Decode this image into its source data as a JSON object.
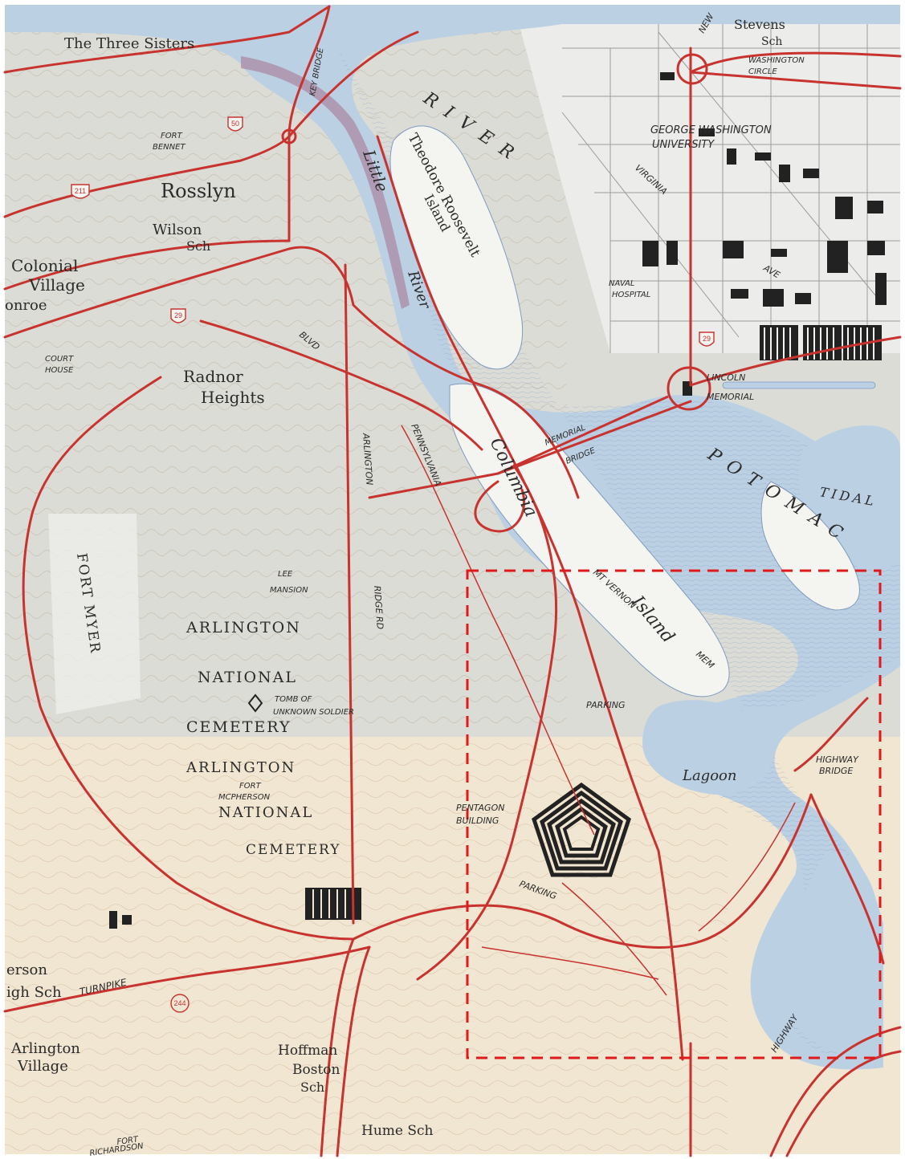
{
  "map": {
    "colors": {
      "land_gray": "#dcdcd6",
      "land_tan": "#f1e6d2",
      "water": "#bcd0e3",
      "road": "#c8332f",
      "focus_box": "#e01a1a",
      "buildings": "#222222"
    },
    "labels": {
      "three_sisters": "The Three Sisters",
      "key_bridge": "KEY BRIDGE",
      "fort_bennet": "FORT",
      "fort_bennet_2": "BENNET",
      "rosslyn": "Rosslyn",
      "wilson_sch": "Wilson",
      "wilson_sch_2": "Sch",
      "colonial_village": "Colonial",
      "colonial_village_2": "Village",
      "monroe": "onroe",
      "court_house": "COURT",
      "court_house_2": "HOUSE",
      "radnor_heights": "Radnor",
      "radnor_heights_2": "Heights",
      "little_river": "Little",
      "little_river_2": "River",
      "theodore_roosevelt_island": "Theodore Roosevelt",
      "theodore_roosevelt_island_2": "Island",
      "river": "RIVER",
      "potomac": "POTOMAC",
      "tidal": "TIDAL",
      "columbia_island": "Columbia",
      "columbia_island_2": "Island",
      "memorial_bridge": "MEMORIAL",
      "memorial_bridge_2": "BRIDGE",
      "lincoln_memorial": "LINCOLN",
      "lincoln_memorial_2": "MEMORIAL",
      "george_washington_university": "GEORGE WASHINGTON",
      "george_washington_university_2": "UNIVERSITY",
      "washington_circle": "WASHINGTON",
      "washington_circle_2": "CIRCLE",
      "stevens_sch": "Stevens",
      "stevens_sch_2": "Sch",
      "naval_hospital": "NAVAL",
      "naval_hospital_2": "HOSPITAL",
      "virginia_ave": "VIRGINIA",
      "ave": "AVE",
      "new_hampshire": "NEW",
      "pennsylvania": "PENNSYLVANIA",
      "arlington_ridge_rd": "ARLINGTON",
      "ridge_rd": "RIDGE RD",
      "blvd": "BLVD",
      "fort_myer": "FORT MYER",
      "lee_mansion": "LEE",
      "lee_mansion_2": "MANSION",
      "arlington_national_cemetery_1": "ARLINGTON",
      "arlington_national_cemetery_2": "NATIONAL",
      "arlington_national_cemetery_3": "CEMETERY",
      "tomb_unknown_soldier": "TOMB OF",
      "tomb_unknown_soldier_2": "UNKNOWN SOLDIER",
      "arlington_2": "ARLINGTON",
      "fort_mcpherson": "FORT",
      "fort_mcpherson_2": "MCPHERSON",
      "national_2": "NATIONAL",
      "cemetery_2": "CEMETERY",
      "mt_vernon_mem": "MT VERNON",
      "mt_vernon_mem_2": "MEM",
      "parking_1": "PARKING",
      "lagoon": "Lagoon",
      "highway_bridge": "HIGHWAY",
      "highway_bridge_2": "BRIDGE",
      "pentagon_building": "PENTAGON",
      "pentagon_building_2": "BUILDING",
      "parking_2": "PARKING",
      "turnpike": "TURNPIKE",
      "jefferson_high_sch": "erson",
      "jefferson_high_sch_2": "igh Sch",
      "arlington_village": "Arlington",
      "arlington_village_2": "Village",
      "hoffman_boston_sch": "Hoffman",
      "hoffman_boston_sch_2": "Boston",
      "hoffman_boston_sch_3": "Sch",
      "hume_sch": "Hume Sch",
      "fort_richardson": "FORT",
      "fort_richardson_2": "RICHARDSON",
      "highway": "HIGHWAY",
      "route_50": "50",
      "route_211": "211",
      "route_29": "29",
      "route_244": "244",
      "route_29b": "29"
    }
  }
}
